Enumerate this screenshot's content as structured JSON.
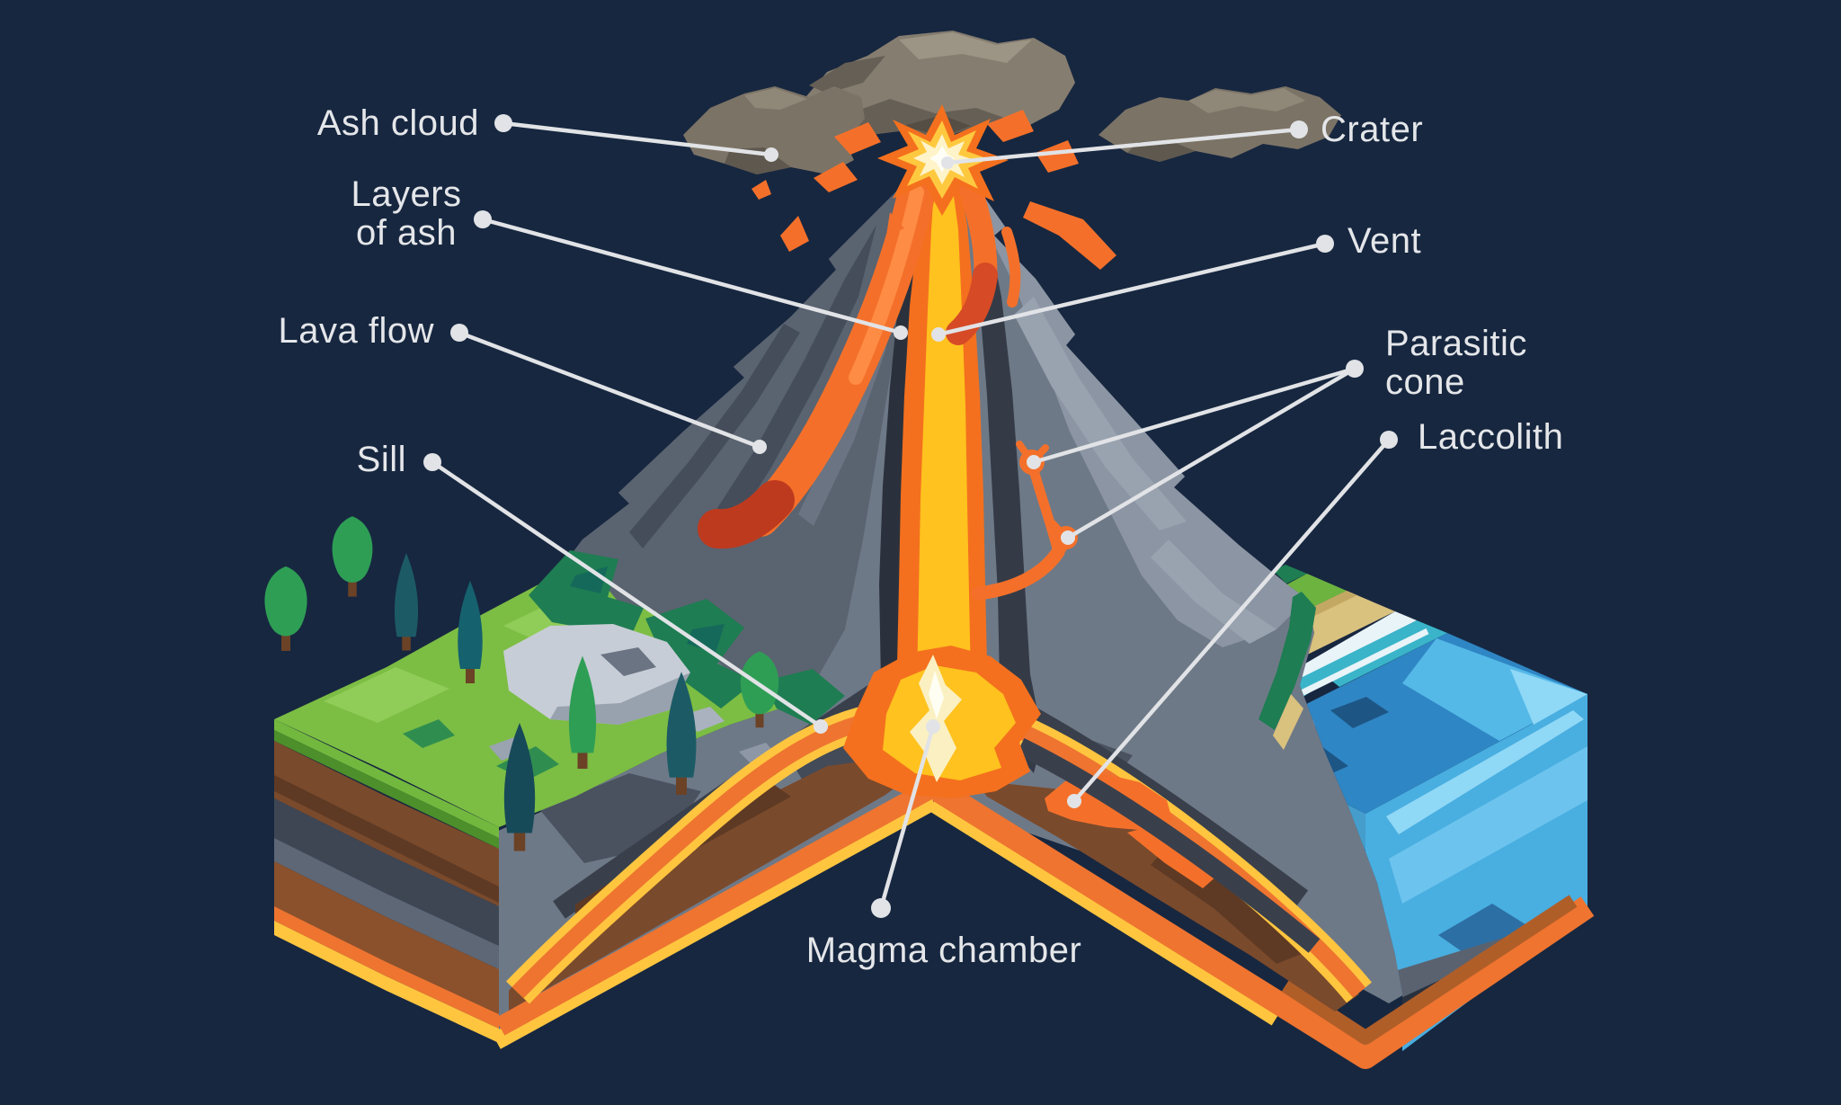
{
  "diagram": {
    "type": "volcano-cross-section-infographic",
    "background_color": "#172740",
    "text_color": "#E4E6E9",
    "leader_line_color": "#E1E3E6",
    "palette": {
      "lava_orange": "#F4701E",
      "magma_yellow": "#FFC21E",
      "magma_core_pale": "#FBF0C2",
      "lava_red": "#BE3A1E",
      "rock_gray": "#6E7987",
      "rock_gray_light": "#8B95A3",
      "rock_dark_band": "#2B313C",
      "ash_cloud_gray": "#857D6F",
      "grass_green": "#7CBD44",
      "forest_green": "#1E7D52",
      "soil_brown": "#7A4A2C",
      "rust_brown": "#8A512C",
      "sand_tan": "#D9C17E",
      "shallow_cyan": "#3AB4C9",
      "ocean_blue": "#2E7CB4",
      "ocean_light_blue": "#49AEE0"
    },
    "labels": {
      "ash_cloud": {
        "text": "Ash cloud"
      },
      "layers_of_ash": {
        "lines": [
          "Layers",
          "of ash"
        ]
      },
      "lava_flow": {
        "text": "Lava flow"
      },
      "sill": {
        "text": "Sill"
      },
      "magma_chamber": {
        "text": "Magma chamber"
      },
      "crater": {
        "text": "Crater"
      },
      "vent": {
        "text": "Vent"
      },
      "parasitic_cone": {
        "lines": [
          "Parasitic",
          "cone"
        ]
      },
      "laccolith": {
        "text": "Laccolith"
      }
    }
  }
}
